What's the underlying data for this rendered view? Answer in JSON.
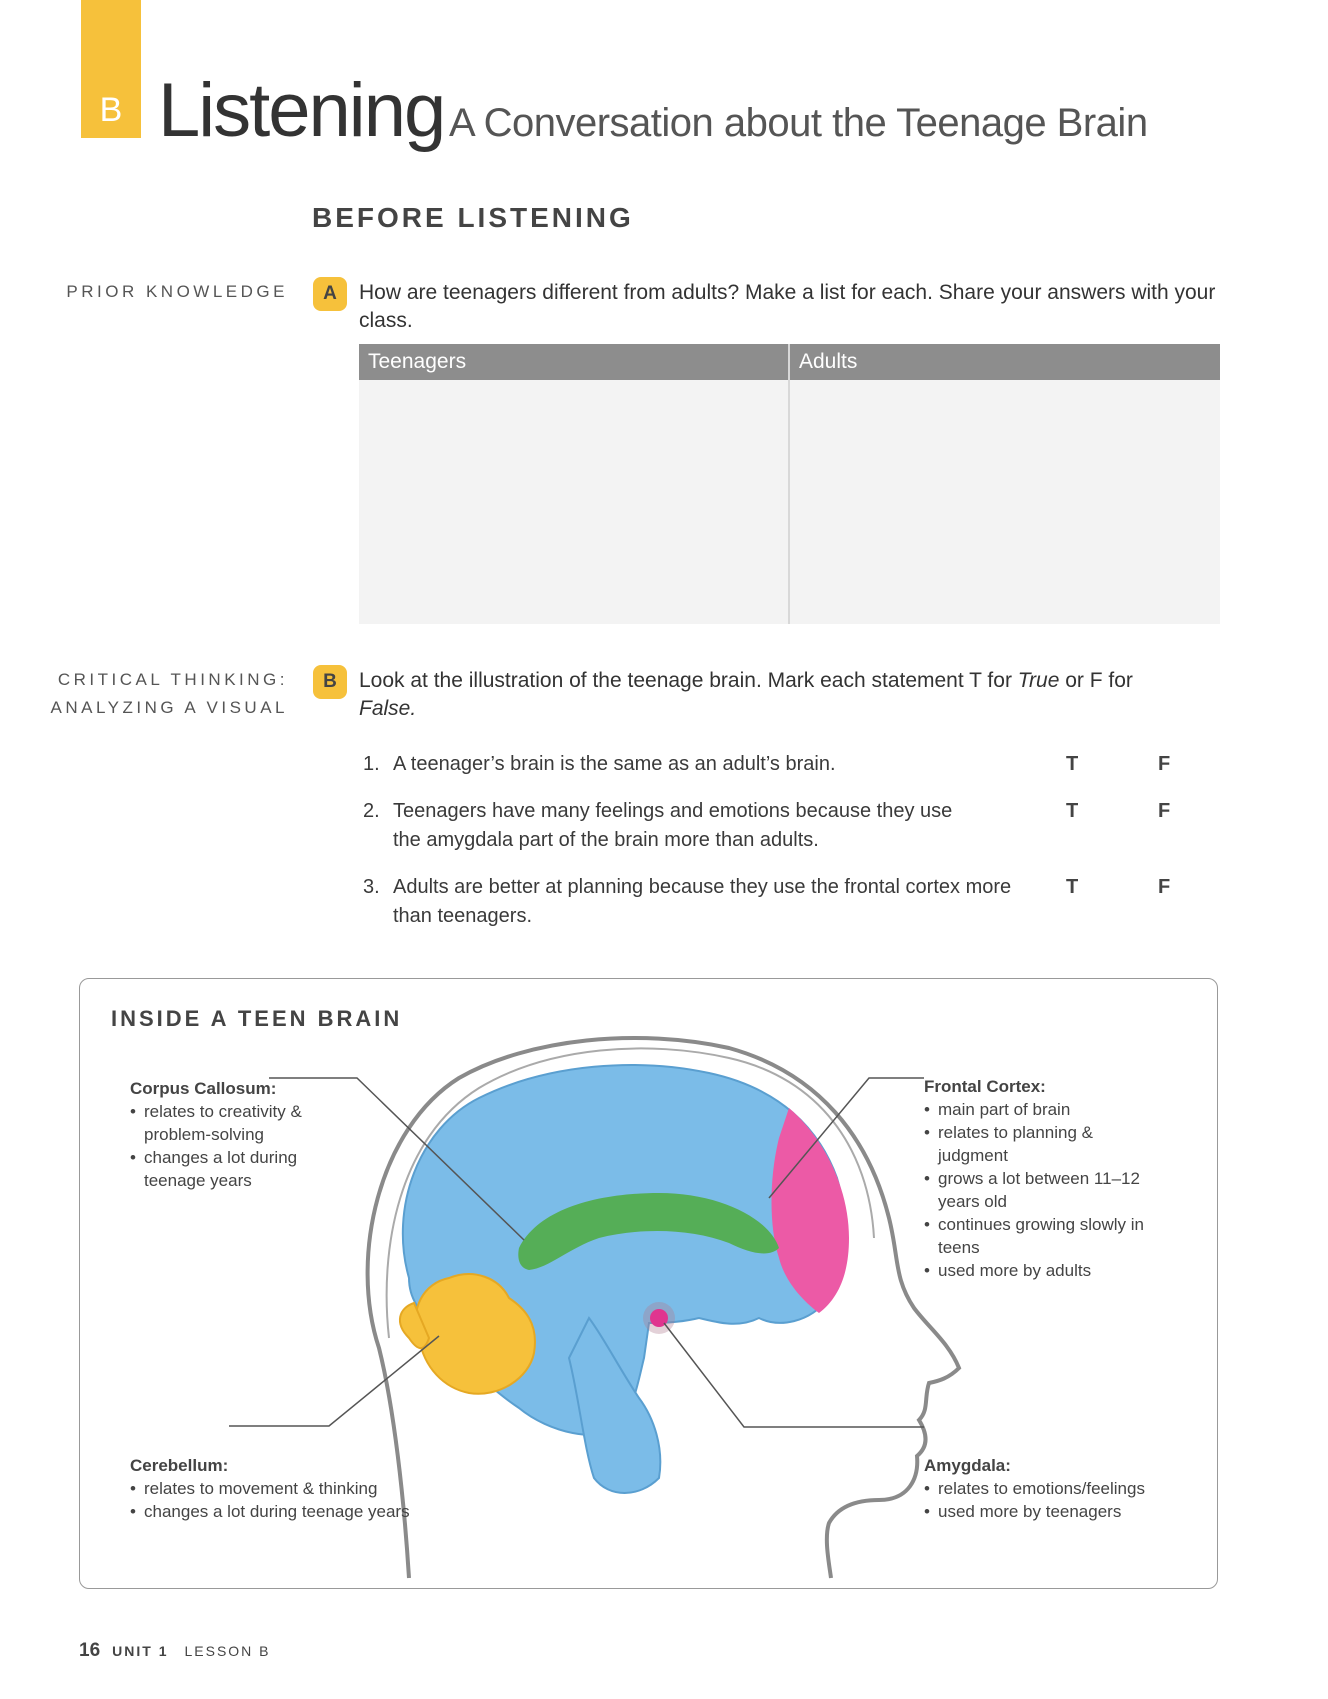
{
  "header": {
    "lesson_letter": "B",
    "title": "Listening",
    "subtitle": "A Conversation about the Teenage Brain"
  },
  "section_heading": "BEFORE LISTENING",
  "activity_a": {
    "side_label": "PRIOR KNOWLEDGE",
    "badge": "A",
    "prompt": "How are teenagers different from adults? Make a list for each. Share your answers with your class.",
    "table_headers": [
      "Teenagers",
      "Adults"
    ]
  },
  "activity_b": {
    "side_label_1": "CRITICAL THINKING:",
    "side_label_2": "ANALYZING A VISUAL",
    "badge": "B",
    "prompt_start": "Look at the illustration of the teenage brain. Mark each statement T for ",
    "prompt_true": "True",
    "prompt_mid": " or F for ",
    "prompt_false": "False.",
    "true_label": "T",
    "false_label": "F",
    "statements": [
      {
        "num": "1.",
        "text": "A teenager’s brain is the same as an adult’s brain."
      },
      {
        "num": "2.",
        "text": "Teenagers have many feelings and emotions because they use the amygdala part of the brain more than adults."
      },
      {
        "num": "3.",
        "text": "Adults are better at planning because they use the frontal cortex more than teenagers."
      }
    ]
  },
  "brain_panel": {
    "title": "INSIDE A TEEN BRAIN",
    "corpus_callosum": {
      "name": "Corpus Callosum:",
      "items": [
        "relates to creativity & problem-solving",
        "changes a lot during teenage years"
      ]
    },
    "frontal_cortex": {
      "name": "Frontal Cortex:",
      "items": [
        "main part of brain",
        "relates to planning & judgment",
        "grows a lot between 11–12 years old",
        "continues growing slowly in teens",
        "used more by adults"
      ]
    },
    "cerebellum": {
      "name": "Cerebellum:",
      "items": [
        "relates to movement & thinking",
        "changes a lot during teenage years"
      ]
    },
    "amygdala": {
      "name": "Amygdala:",
      "items": [
        "relates to emotions/feelings",
        "used more by teenagers"
      ]
    },
    "colors": {
      "brain": "#7bbce8",
      "frontal_cortex": "#ec5aa6",
      "corpus_callosum": "#55ae57",
      "cerebellum": "#f6c13b",
      "amygdala": "#e0358f",
      "outline": "#8a8a8a"
    }
  },
  "footer": {
    "page_number": "16",
    "unit": "UNIT 1",
    "lesson": "LESSON B"
  }
}
